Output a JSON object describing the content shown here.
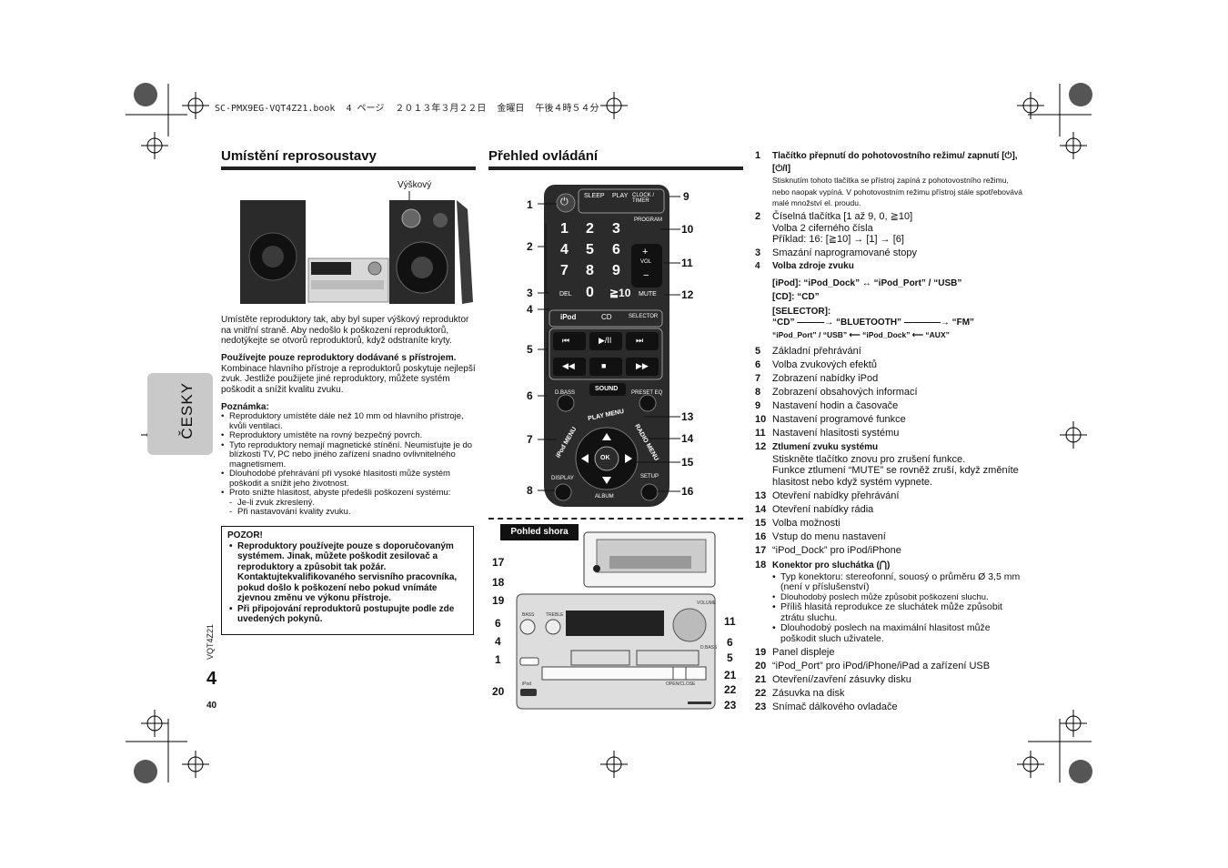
{
  "header_line": "SC-PMX9EG-VQT4Z21.book  4 ページ  ２０１３年３月２２日  金曜日  午後４時５４分",
  "side_tab": "ČESKY",
  "page": {
    "code": "VQT4Z21",
    "number": "4",
    "footer_number": "40"
  },
  "speakers": {
    "title": "Umístění reprosoustavy",
    "tweeter_label": "Výškový",
    "para1": "Umístěte reproduktory tak, aby byl super výškový reproduktor na vnitřní straně. Aby nedošlo k poškození reproduktorů, nedotýkejte se otvorů reproduktorů, když odstraníte kryty.",
    "para2_bold": "Používejte pouze reproduktory dodávané s přístrojem.",
    "para2": "Kombinace hlavního přístroje a reproduktorů poskytuje nejlepší zvuk. Jestliže použijete jiné reproduktory, můžete systém poškodit a snížit kvalitu zvuku.",
    "note_title": "Poznámka:",
    "notes": [
      "Reproduktory umístěte dále než 10 mm od hlavního přístroje, kvůli ventilaci.",
      "Reproduktory umístěte na rovný bezpečný povrch.",
      "Tyto reproduktory nemají magnetické stínění. Neumisťujte je do blízkosti TV, PC nebo jiného zařízení snadno ovlivnitelného magnetismem.",
      "Dlouhodobé přehrávání při vysoké hlasitosti může systém poškodit a snížit jeho životnost.",
      "Proto snižte hlasitost, abyste předešli poškození systému:"
    ],
    "sub_notes": [
      "Je-li zvuk zkreslený.",
      "Při nastavování kvality zvuku."
    ],
    "warning_title": "POZOR!",
    "warning1": "Reproduktory používejte pouze s doporučovaným systémem. Jinak, můžete poškodit zesilovač a reproduktory a způsobit tak požár.",
    "warning1b": "Kontaktujtekvalifikovaného servisního pracovníka, pokud došlo k poškození nebo pokud vnímáte zjevnou změnu ve výkonu přístroje.",
    "warning2": "Při připojování reproduktorů postupujte podle zde uvedených pokynů."
  },
  "controls": {
    "title": "Přehled ovládání",
    "top_view_label": "Pohled shora",
    "remote_buttons": {
      "sleep": "SLEEP",
      "play": "PLAY",
      "clock": "CLOCK / TIMER",
      "program": "PROGRAM",
      "vol": "VOL",
      "del": "DEL",
      "mute": "MUTE",
      "ipod": "iPod",
      "cd": "CD",
      "selector": "SELECTOR",
      "dbass": "D.BASS",
      "sound": "SOUND",
      "preset": "PRESET EQ",
      "play_menu": "PLAY MENU",
      "ipod_menu": "iPod MENU",
      "radio_menu": "RADIO MENU",
      "ok": "OK",
      "display": "DISPLAY",
      "setup": "SETUP",
      "album": "ALBUM",
      "digits": [
        "1",
        "2",
        "3",
        "4",
        "5",
        "6",
        "7",
        "8",
        "9",
        "0",
        "≧10"
      ]
    },
    "unit_labels": {
      "bass": "BASS",
      "treble": "TREBLE",
      "volume": "VOLUME",
      "dbass": "D.BASS",
      "open_close": "OPEN/CLOSE",
      "ipod": "iPod"
    },
    "callouts_remote_left": [
      "1",
      "2",
      "3",
      "4",
      "5",
      "6",
      "7",
      "8"
    ],
    "callouts_remote_right": [
      "9",
      "10",
      "11",
      "12",
      "13",
      "14",
      "15",
      "16"
    ],
    "callouts_unit_left": [
      "17",
      "18",
      "19",
      "6",
      "4",
      "1",
      "20"
    ],
    "callouts_unit_right": [
      "11",
      "6",
      "5",
      "21",
      "22",
      "23"
    ],
    "source_lines": {
      "ipod": "[iPod]: “iPod_Dock” ↔ “iPod_Port” / “USB”",
      "cd": "[CD]: “CD”",
      "selector": "[SELECTOR]:",
      "chain": "“CD” ———→ “BLUETOOTH” ————→ “FM”",
      "chain_back": "“iPod_Port” / “USB” ⟵ “iPod_Dock” ⟵ “AUX”"
    },
    "items": [
      {
        "n": "1",
        "bold": "Tlačítko přepnutí do pohotovostního režimu/ zapnutí [⏻], [⏻/I]",
        "small": "Stisknutím tohoto tlačítka se přístroj zapíná z pohotovostního režimu, nebo naopak vypíná. V pohotovostním režimu přístroj stále spotřebovává malé množství el. proudu."
      },
      {
        "n": "2",
        "text": "Číselná tlačítka [1 až 9, 0, ≧10]",
        "extra1": "Volba 2 ciferného čísla",
        "extra2": "Příklad: 16: [≧10] → [1] → [6]"
      },
      {
        "n": "3",
        "text": "Smazání naprogramované stopy"
      },
      {
        "n": "4",
        "bold": "Volba zdroje zvuku"
      },
      {
        "n": "5",
        "text": "Základní přehrávání"
      },
      {
        "n": "6",
        "text": "Volba zvukových efektů"
      },
      {
        "n": "7",
        "text": "Zobrazení nabídky iPod"
      },
      {
        "n": "8",
        "text": "Zobrazení obsahových informací"
      },
      {
        "n": "9",
        "text": "Nastavení hodin a časovače"
      },
      {
        "n": "10",
        "text": "Nastavení programové funkce"
      },
      {
        "n": "11",
        "text": "Nastavení hlasitosti systému"
      },
      {
        "n": "12",
        "bold": "Ztlumení zvuku systému",
        "extra1": "Stiskněte tlačítko znovu pro zrušení funkce.",
        "extra2": "Funkce ztlumení “MUTE” se rovněž zruší, když změníte hlasitost nebo když systém vypnete."
      },
      {
        "n": "13",
        "text": "Otevření nabídky přehrávání"
      },
      {
        "n": "14",
        "text": "Otevření nabídky rádia"
      },
      {
        "n": "15",
        "text": "Volba možnosti"
      },
      {
        "n": "16",
        "text": "Vstup do menu nastavení"
      },
      {
        "n": "17",
        "text": "“iPod_Dock” pro iPod/iPhone"
      },
      {
        "n": "18",
        "bold": "Konektor pro sluchátka (⋂)",
        "bullets": [
          "Typ konektoru: stereofonní, souosý o průměru Ø 3,5 mm (není v příslušenství)",
          "Dlouhodobý poslech může způsobit poškození sluchu.",
          "Příliš hlasitá reprodukce ze sluchátek může způsobit ztrátu sluchu.",
          "Dlouhodobý poslech na maximální hlasitost může poškodit sluch uživatele."
        ]
      },
      {
        "n": "19",
        "text": "Panel displeje"
      },
      {
        "n": "20",
        "text": "“iPod_Port” pro iPod/iPhone/iPad a zařízení USB"
      },
      {
        "n": "21",
        "text": "Otevření/zavření zásuvky disku"
      },
      {
        "n": "22",
        "text": "Zásuvka na disk"
      },
      {
        "n": "23",
        "text": "Snímač dálkového ovladače"
      }
    ]
  }
}
